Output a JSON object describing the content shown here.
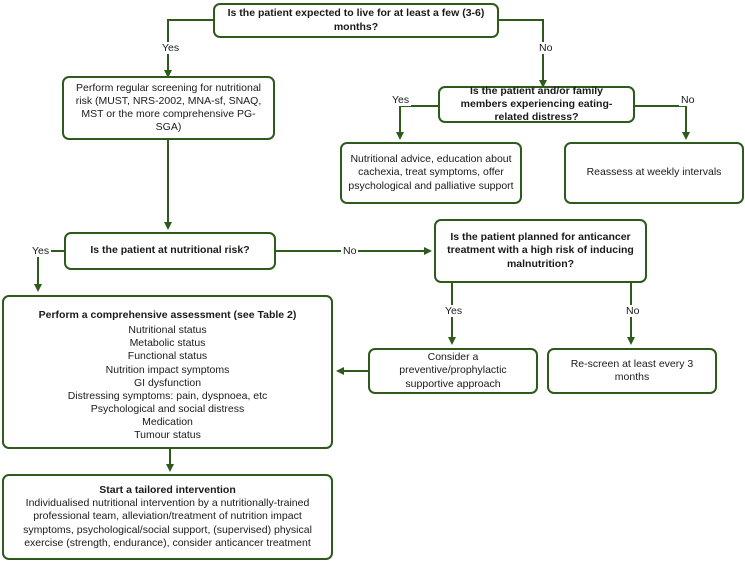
{
  "q1": "Is the patient expected to live for at least a few (3-6) months?",
  "yes1": "Yes",
  "no1": "No",
  "screening": "Perform regular screening for nutritional risk (MUST, NRS-2002, MNA-sf, SNAQ, MST or the more comprehensive PG-SGA)",
  "q2": "Is the patient and/or family members experiencing eating-related distress?",
  "yes2": "Yes",
  "no2": "No",
  "advice": "Nutritional advice, education about cachexia, treat symptoms, offer psychological and palliative support",
  "reassess": "Reassess at weekly intervals",
  "q3": "Is the patient at nutritional risk?",
  "yes3": "Yes",
  "no3": "No",
  "q4": "Is the patient planned for anticancer treatment with a high risk of inducing malnutrition?",
  "yes4": "Yes",
  "no4": "No",
  "assessment_title": "Perform a comprehensive assessment (see Table 2)",
  "assessment_items": [
    "Nutritional status",
    "Metabolic status",
    "Functional status",
    "Nutrition impact symptoms",
    "GI dysfunction",
    "Distressing symptoms: pain, dyspnoea, etc",
    "Psychological and social distress",
    "Medication",
    "Tumour status"
  ],
  "preventive": "Consider a preventive/prophylactic supportive approach",
  "rescreen": "Re-screen at least every 3 months",
  "intervention_title": "Start a tailored intervention",
  "intervention_text": "Individualised nutritional intervention by a nutritionally-trained professional team,  alleviation/treatment of nutrition impact symptoms, psychological/social support, (supervised) physical exercise (strength, endurance), consider anticancer treatment",
  "colors": {
    "border": "#2e5a1c",
    "arrow": "#2e5a1c"
  }
}
